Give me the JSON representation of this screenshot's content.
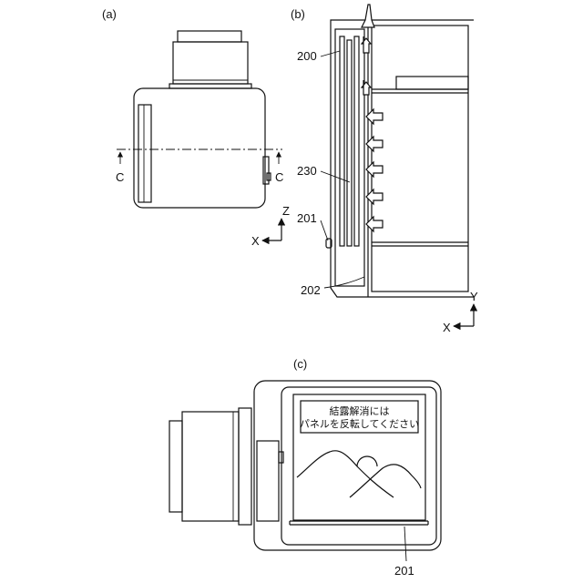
{
  "panels": {
    "a": {
      "label": "(a)",
      "section_marks": [
        "C",
        "C"
      ],
      "axis": {
        "z": "Z",
        "x": "X"
      }
    },
    "b": {
      "label": "(b)",
      "refs": [
        "200",
        "230",
        "201",
        "202"
      ],
      "axis": {
        "y": "Y",
        "x": "X"
      }
    },
    "c": {
      "label": "(c)",
      "message_line1": "結露解消には",
      "message_line2": "パネルを反転してください",
      "ref": "201"
    }
  }
}
